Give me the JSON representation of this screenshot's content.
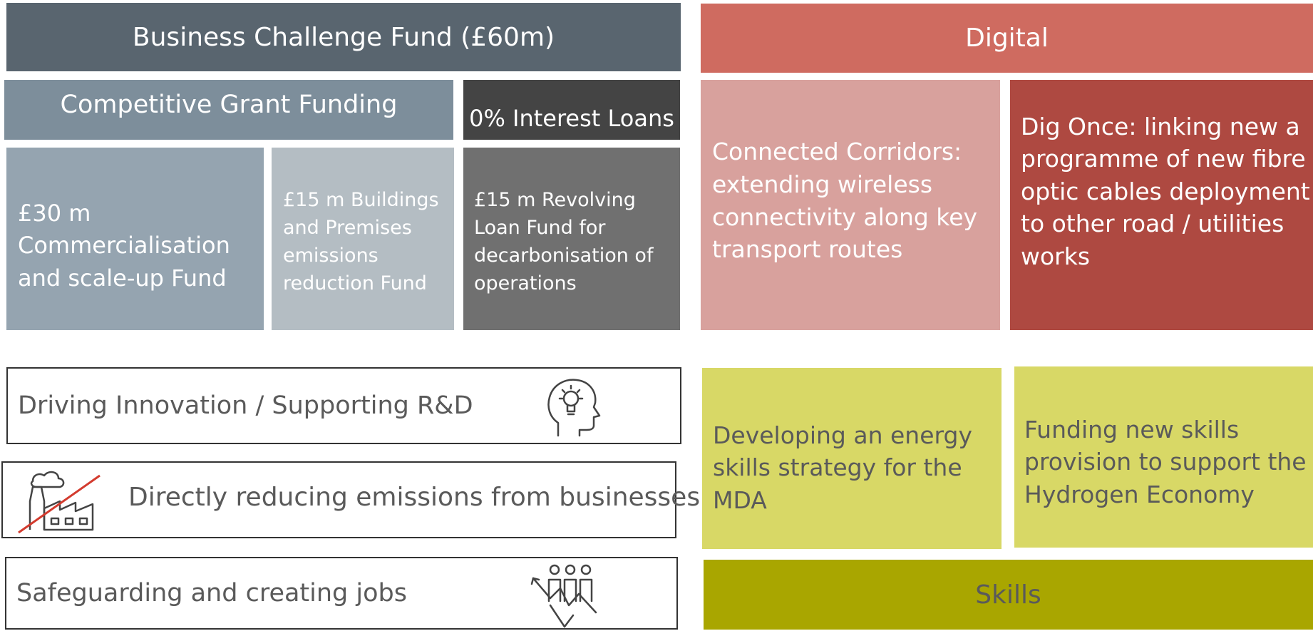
{
  "business": {
    "title": "Business Challenge Fund (£60m)",
    "competitive_title": "Competitive Grant Funding",
    "loans_title": "0% Interest Loans",
    "fund_commercialisation": [
      "£30 m",
      "Commercialisation",
      "and scale-up Fund"
    ],
    "fund_buildings": [
      "£15 m  Buildings",
      "and Premises",
      "emissions",
      "reduction Fund"
    ],
    "fund_revolving": [
      "£15 m Revolving",
      "Loan Fund for",
      "decarbonisation of",
      "operations"
    ]
  },
  "digital": {
    "title": "Digital",
    "connected_corridors": [
      "Connected Corridors:",
      "extending wireless",
      "connectivity along key",
      "transport routes"
    ],
    "dig_once": [
      "Dig Once: linking new a",
      "programme of new fibre",
      "optic cables deployment",
      "to other road / utilities",
      "works"
    ]
  },
  "outcomes": {
    "innovation": "Driving Innovation / Supporting R&D",
    "emissions": "Directly reducing emissions from businesses",
    "jobs": "Safeguarding and creating jobs"
  },
  "skills": {
    "title": "Skills",
    "energy_strategy": [
      "Developing an energy",
      "skills strategy for the",
      "MDA"
    ],
    "hydrogen": [
      "Funding new skills",
      "provision to support the",
      "Hydrogen Economy"
    ]
  },
  "icons": [
    "lightbulb-head-icon",
    "factory-crossed-icon",
    "people-growth-icon"
  ],
  "colors": {
    "business_header": "#59656f",
    "competitive_header": "#7d8e9b",
    "loans_header": "#444444",
    "fund_commercialisation": "#95a4b0",
    "fund_buildings": "#b4bdc3",
    "fund_revolving": "#707070",
    "digital_header": "#cf6b60",
    "connected_corridors": "#d8a19d",
    "dig_once": "#ae4941",
    "skills_header": "#a9a600",
    "skills_boxes": "#d8d866"
  }
}
